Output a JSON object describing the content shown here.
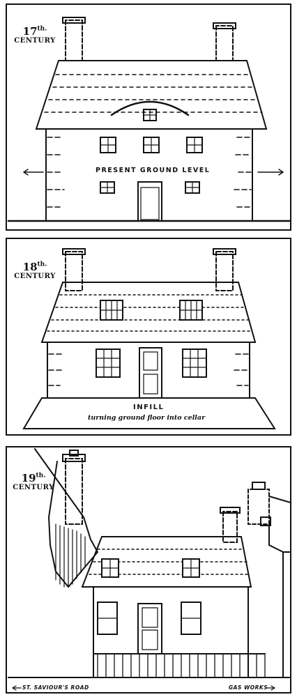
{
  "panels": [
    {
      "century_number": "17",
      "century_suffix": "th.",
      "century_word": "CENTURY",
      "caption": "PRESENT GROUND LEVEL"
    },
    {
      "century_number": "18",
      "century_suffix": "th.",
      "century_word": "CENTURY",
      "caption": "INFILL",
      "subcaption": "turning ground floor into cellar"
    },
    {
      "century_number": "19",
      "century_suffix": "th.",
      "century_word": "CENTURY"
    }
  ],
  "footer": {
    "left_road": "ST. SAVIOUR'S ROAD",
    "right_road": "GAS WORKS"
  }
}
